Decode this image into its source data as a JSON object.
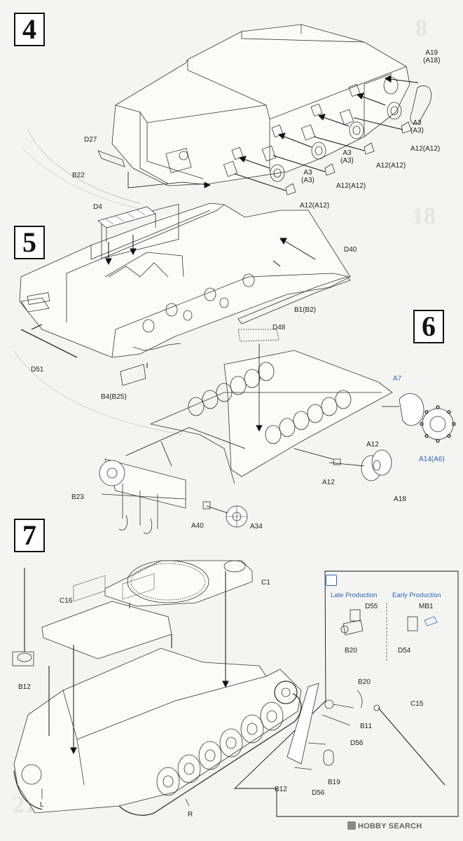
{
  "steps": {
    "s4": "4",
    "s5": "5",
    "s6": "6",
    "s7": "7"
  },
  "labels": {
    "a19": "A19\n(A18)",
    "a3_1": "A3\n(A3)",
    "a3_2": "A3\n(A3)",
    "a3_3": "A3\n(A3)",
    "a12_1": "A12(A12)",
    "a12_2": "A12(A12)",
    "a12_3": "A12(A12)",
    "a12_4": "A12(A12)",
    "d27": "D27",
    "b22": "B22",
    "d4": "D4",
    "d40": "D40",
    "b1": "B1(B2)",
    "d51": "D51",
    "b4": "B4(B25)",
    "d48": "D48",
    "a7": "A7",
    "a14": "A14(A6)",
    "a12_s6a": "A12",
    "a12_s6b": "A12",
    "a18": "A18",
    "b23": "B23",
    "a40": "A40",
    "a34": "A34",
    "c1": "C1",
    "c16": "C16",
    "b12_main": "B12",
    "l": "L",
    "r": "R",
    "d55": "D55",
    "b20_late": "B20",
    "mb1": "MB1",
    "d54": "D54",
    "b20": "B20",
    "c15": "C15",
    "b11": "B11",
    "d56_1": "D56",
    "b19": "B19",
    "b12_inset": "B12",
    "d56_2": "D56"
  },
  "inset": {
    "late": "Late Production",
    "early": "Early Production"
  },
  "ghost_numbers": {
    "g8": "8",
    "g18": "18",
    "g21": "21"
  },
  "watermark": "HOBBY SEARCH",
  "colors": {
    "line": "#333333",
    "accent_blue": "#2a66b8",
    "paper": "#f4f4f2"
  }
}
